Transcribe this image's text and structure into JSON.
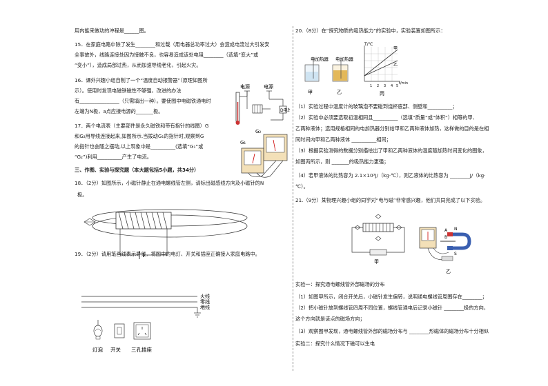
{
  "left": {
    "l0": "用内能来做功的冲程是______图。",
    "q15_1": "15．在家庭电路中除了发生________和过载（用电器总功率过大）会造成电流过大引发安",
    "q15_2": "全事故外，线路连接处因为接触不良，也容易造成该处电阻________（选填“变大”或",
    "q15_3": "“变小”），造成局部过热，从而加速导线老化，引起火灾。",
    "q16_1": "16．课外兴趣小组自制了一个“温度自动报警器”（原理如图所",
    "q16_2": "示）。使用时发现电磁铁磁性不够强，改进的办法",
    "q16_3": "有________________（只需填出一种）。要使图中电磁铁通电时",
    "q16_4": "左端为N极，a点应接电源的_______极。",
    "q17_1": "17．两个电流表（主要部件是永久磁铁和带有指针的线圈）G",
    "q17_2": "和G₂用导线连接起来,如图所示.当拨动G₁的指针时,观察到G",
    "q17_3": "的指针也会随之摆动,以上现象中是__________(选填“G₁”或",
    "q17_4": "“G₂”)利用__________产生了电流。",
    "sec3": "三、作图、实验与探究题（本大题包括5小题，共34分）",
    "q18_1": "18．（2分）如图所示，小磁针静止在通电螺线管左侧，请标出磁感线方向及小磁针的N",
    "q18_2": "极。",
    "q19": "19．（2分）请用笔画线表示导线，将图中的电灯、开关和插座正确接入家庭电路中。",
    "fig16": {
      "src_label": "电源",
      "d_label": "D电铃"
    },
    "fig17": {
      "g1": "G₁",
      "g2": "G₂"
    },
    "fig19": {
      "live": "火线",
      "neutral": "零线",
      "earth": "地线",
      "lamp": "灯泡",
      "switch": "开关",
      "socket": "三孔插座"
    }
  },
  "right": {
    "q20_1": "20.（8分）在“探究物质的吸热能力”的实验中，实验装置如图所示：",
    "fig20": {
      "heater": "电加热器",
      "jia": "甲",
      "yi": "乙",
      "bing": "丙",
      "taxis": "T/℃",
      "tmin": "t/min",
      "ticks": [
        "1",
        "2",
        "3",
        "4",
        "5"
      ],
      "line_a": "甲",
      "line_b": "乙"
    },
    "q20_2": "（1）实验过程中温度计的玻璃泡不要碰到烧杯底部、侧壁和__________；",
    "q20_3": "（2）实验中必须要选取初温相同且__________（选填“质量”或“体积”）相等的甲、",
    "q20_4": "乙两种液体；选用规格相同的电加热器分别给甲和乙两种液体加热，这样做的目的是在相",
    "q20_5": "同时间内甲和乙两种液体 __________相同；",
    "q20_6": "（3）根据实验测得的数据分别描绘出了甲和乙两种液体的温度随加热时间变化的图象，",
    "q20_7": "如图丙所示，则 _______的吸热能力更强；",
    "q20_8": "（4）若甲液体的比热容为 2.1×10³J/（kg·℃），则乙液体的比热容为 ________J/（kg·",
    "q20_9": "℃）。",
    "q21_1": "21.（9分）某物理兴趣小组的同学对“电与磁”非常感兴趣，他们共同完成了以下实验。",
    "fig21": {
      "jia": "甲",
      "yi": "乙",
      "a": "A",
      "b": "B",
      "n": "N",
      "s": "S"
    },
    "exp1": "实验一：探究通电螺线管外部磁场的分布",
    "e1_1": "（1）如图甲所示，闭合开关后，小磁针发生偏转，说明通电螺线管周围存在________；",
    "e1_2": "（2）把小磁针放到螺线管四周不同位置，螺线管通电后记录小磁针 ________极的方向，",
    "e1_3": "这个方向就是该点的磁场方向；",
    "e1_4": "（3）观察图甲发现，通电螺线管外部的磁场分布与 ________形磁体的磁场分布十分相似",
    "exp2": "实验二：探究什么情况下磁可以生电"
  }
}
